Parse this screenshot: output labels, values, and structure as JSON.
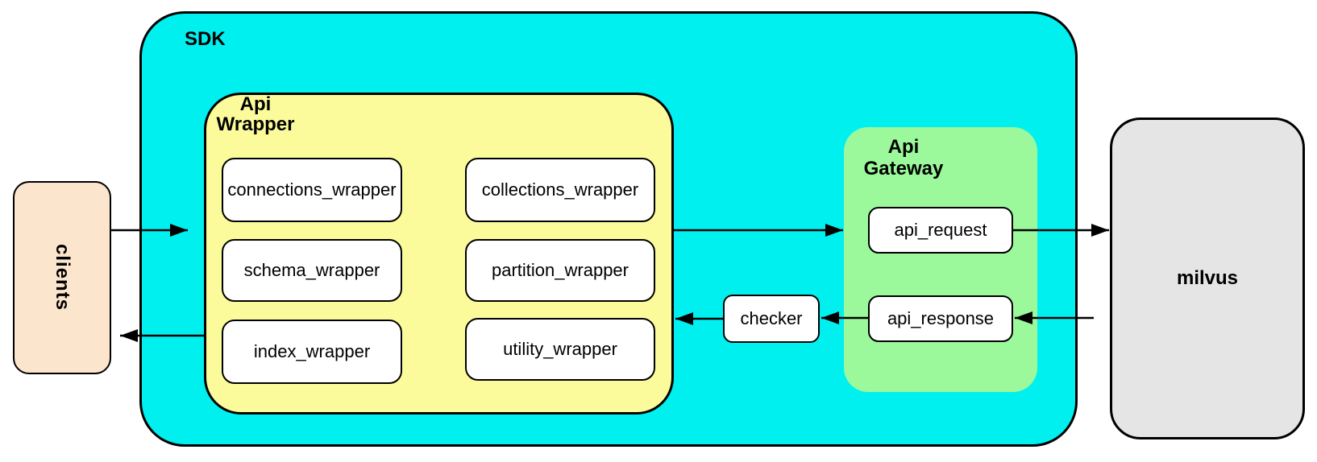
{
  "clients": {
    "label": "clients"
  },
  "sdk": {
    "label": "SDK",
    "api_wrapper": {
      "label_line1": "Api",
      "label_line2": "Wrapper",
      "boxes": [
        "connections_wrapper",
        "collections_wrapper",
        "schema_wrapper",
        "partition_wrapper",
        "index_wrapper",
        "utility_wrapper"
      ]
    },
    "checker": {
      "label": "checker"
    },
    "api_gateway": {
      "label_line1": "Api",
      "label_line2": "Gateway",
      "request_label": "api_request",
      "response_label": "api_response"
    }
  },
  "milvus": {
    "label": "milvus"
  },
  "connections": [
    {
      "from": "clients",
      "to": "sdk"
    },
    {
      "from": "api_wrapper",
      "to": "api_gateway"
    },
    {
      "from": "api_request",
      "to": "milvus"
    },
    {
      "from": "milvus",
      "to": "api_response"
    },
    {
      "from": "api_response",
      "to": "checker"
    },
    {
      "from": "checker",
      "to": "api_wrapper"
    },
    {
      "from": "api_wrapper",
      "to": "clients"
    }
  ],
  "colors": {
    "sdk_fill": "#00F0F0",
    "api_wrapper_fill": "#FBFB9B",
    "api_gateway_fill": "#9BF99B",
    "clients_fill": "#FCE5CD",
    "milvus_fill": "#E5E5E5",
    "box_fill": "#FFFFFF",
    "border": "#000000"
  }
}
